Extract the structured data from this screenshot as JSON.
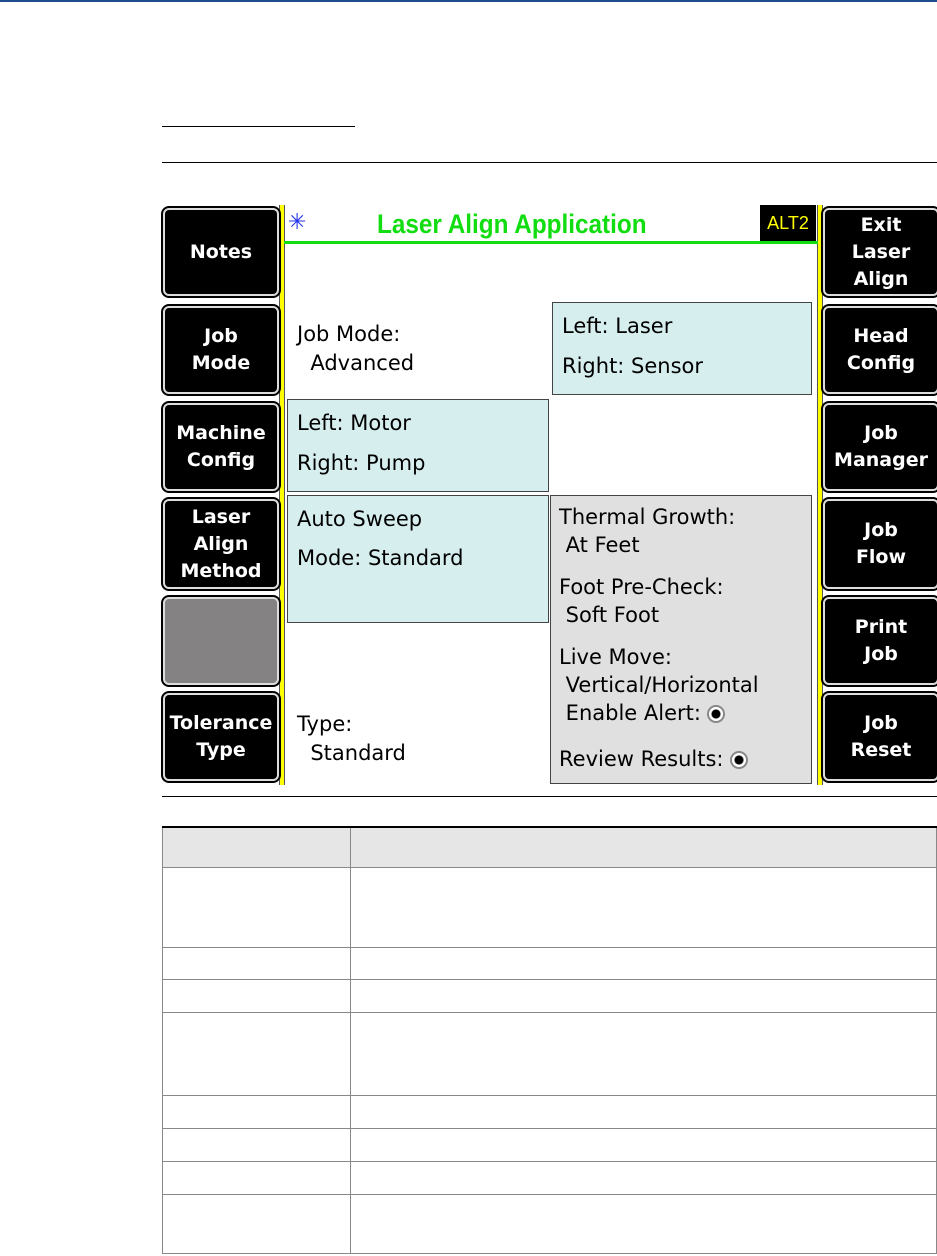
{
  "screen": {
    "title": "Laser Align Application",
    "mode_badge": "ALT2",
    "left_buttons": [
      "Notes",
      "Job\nMode",
      "Machine\nConfig",
      "Laser\nAlign\nMethod",
      "",
      "Tolerance\nType"
    ],
    "right_buttons": [
      "Exit\nLaser\nAlign",
      "Head\nConfig",
      "Job\nManager",
      "Job\nFlow",
      "Print\nJob",
      "Job\nReset"
    ],
    "job_mode": "Job Mode:\n  Advanced",
    "heads": {
      "left": "Left: Laser",
      "right": "Right: Sensor"
    },
    "machine": {
      "left": "Left: Motor",
      "right": "Right: Pump"
    },
    "method": {
      "line1": "Auto Sweep",
      "line2": "Mode: Standard"
    },
    "options": {
      "thermal": "Thermal Growth:\n At Feet",
      "foot": "Foot Pre-Check:\n Soft Foot",
      "live": "Live Move:\n Vertical/Horizontal",
      "enable_alert": " Enable Alert:",
      "review": "Review Results:"
    },
    "tolerance": "Type:\n  Standard"
  },
  "table": {
    "rows": 8
  }
}
